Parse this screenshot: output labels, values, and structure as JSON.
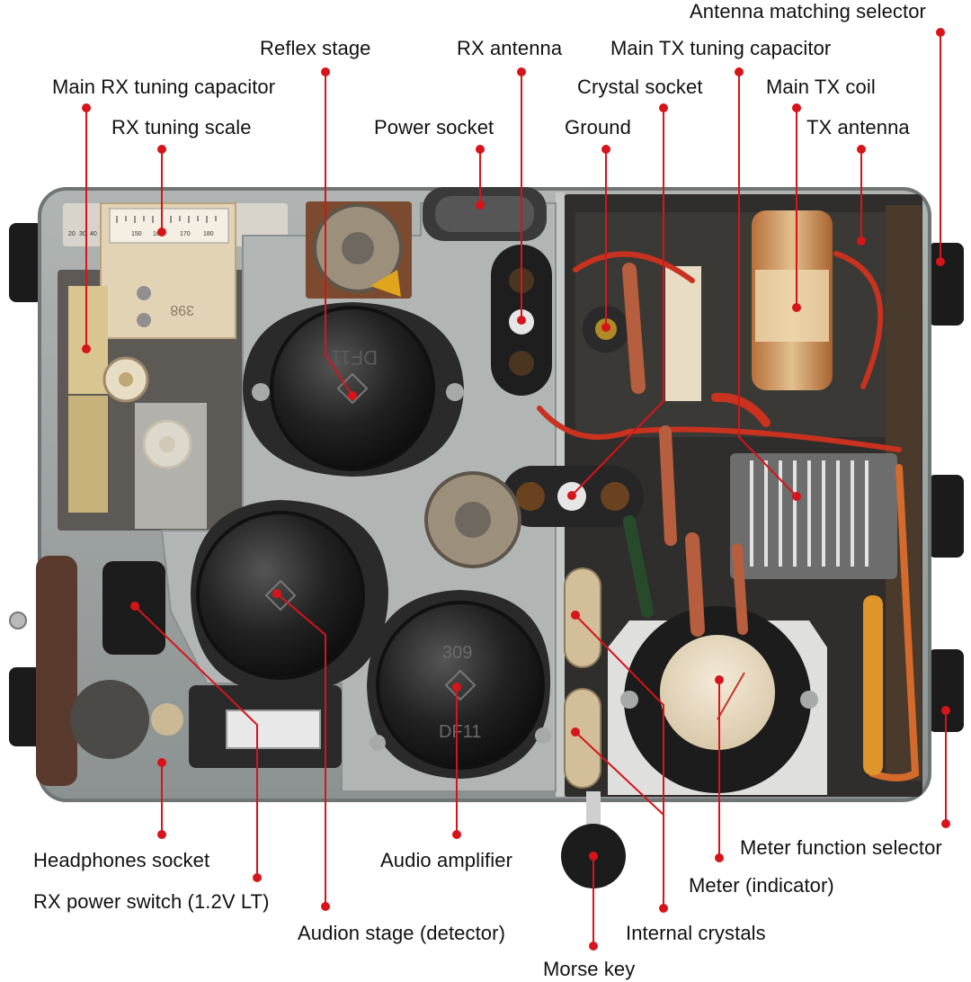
{
  "labels": {
    "antenna_matching_selector": "Antenna matching selector",
    "reflex_stage": "Reflex stage",
    "rx_antenna": "RX antenna",
    "main_tx_tuning_capacitor": "Main TX tuning capacitor",
    "main_rx_tuning_capacitor": "Main RX tuning capacitor",
    "crystal_socket": "Crystal socket",
    "main_tx_coil": "Main TX coil",
    "rx_tuning_scale": "RX tuning scale",
    "power_socket": "Power socket",
    "ground": "Ground",
    "tx_antenna": "TX antenna",
    "meter_function_selector": "Meter function selector",
    "headphones_socket": "Headphones socket",
    "audio_amplifier": "Audio amplifier",
    "meter_indicator": "Meter (indicator)",
    "rx_power_switch": "RX power switch (1.2V LT)",
    "audion_stage": "Audion stage (detector)",
    "internal_crystals": "Internal crystals",
    "morse_key": "Morse key"
  },
  "device_markings": {
    "tube_reflex": "DF11",
    "tube_audio": "309",
    "tube_audio_type": "DF11",
    "scale_ticks": [
      "20",
      "30",
      "40",
      "150",
      "160",
      "170",
      "180"
    ],
    "scale_handwritten": "398"
  },
  "colors": {
    "leader": "#d7141a",
    "chassis": "#9aa0a0",
    "background": "#ffffff"
  }
}
